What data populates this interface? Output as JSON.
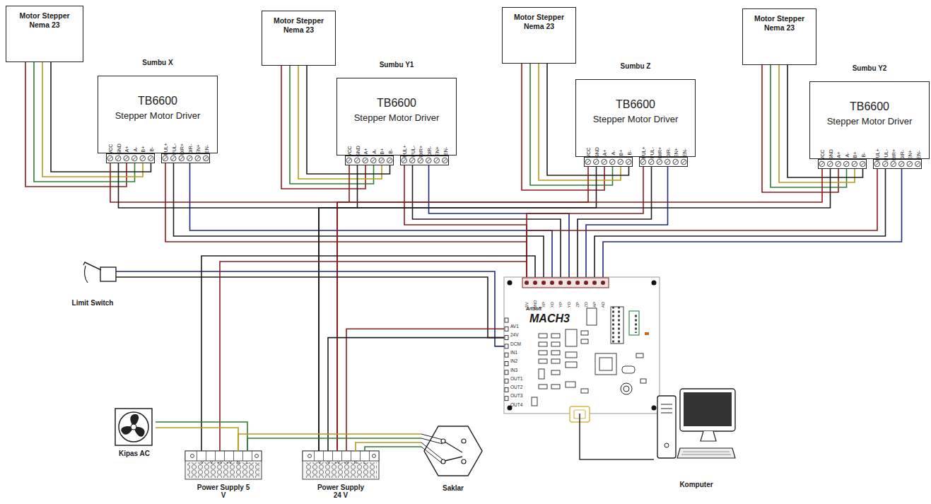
{
  "diagram": {
    "nodes": [
      {
        "text": [
          "Motor Stepper Nema 23"
        ]
      },
      {
        "text": [
          "Sumbu X",
          "TB6600",
          "Stepper Motor Driver"
        ]
      },
      {
        "text": [
          "Motor Stepper Nema 23"
        ]
      },
      {
        "text": [
          "Sumbu Y1",
          "TB6600",
          "Stepper Motor Driver"
        ]
      },
      {
        "text": [
          "Motor Stepper Nema 23"
        ]
      },
      {
        "text": [
          "Sumbu Z",
          "TB6600",
          "Stepper Motor Driver"
        ]
      },
      {
        "text": [
          "Motor Stepper Nema 23"
        ]
      },
      {
        "text": [
          "Sumbu Y2",
          "TB6600",
          "Stepper Motor Driver"
        ]
      },
      {
        "text": [
          "ArtSoft",
          "MACH3"
        ]
      },
      {
        "text": [
          "Limit Switch"
        ]
      },
      {
        "text": [
          "Kipas AC"
        ]
      },
      {
        "text": [
          "Power Supply 5 V"
        ]
      },
      {
        "text": [
          "Power Supply 24 V"
        ]
      },
      {
        "text": [
          "Saklar"
        ]
      },
      {
        "text": [
          "Komputer"
        ]
      }
    ],
    "edges": [
      {
        "from": 0,
        "to": 1,
        "arrow": "none"
      },
      {
        "from": 2,
        "to": 3,
        "arrow": "none"
      },
      {
        "from": 4,
        "to": 5,
        "arrow": "none"
      },
      {
        "from": 6,
        "to": 7,
        "arrow": "none"
      },
      {
        "from": 1,
        "to": 8,
        "arrow": "none"
      },
      {
        "from": 3,
        "to": 8,
        "arrow": "none"
      },
      {
        "from": 5,
        "to": 8,
        "arrow": "none"
      },
      {
        "from": 7,
        "to": 8,
        "arrow": "none"
      },
      {
        "from": 1,
        "to": 12,
        "arrow": "none"
      },
      {
        "from": 3,
        "to": 12,
        "arrow": "none"
      },
      {
        "from": 5,
        "to": 12,
        "arrow": "none"
      },
      {
        "from": 7,
        "to": 12,
        "arrow": "none"
      },
      {
        "from": 9,
        "to": 8,
        "arrow": "none"
      },
      {
        "from": 12,
        "to": 8,
        "arrow": "none"
      },
      {
        "from": 11,
        "to": 8,
        "arrow": "none"
      },
      {
        "from": 10,
        "to": 11,
        "arrow": "none"
      },
      {
        "from": 11,
        "to": 13,
        "arrow": "none"
      },
      {
        "from": 12,
        "to": 13,
        "arrow": "none"
      },
      {
        "from": 8,
        "to": 14,
        "arrow": "none"
      }
    ],
    "labels": [
      "VCC",
      "GND",
      "A+",
      "A-",
      "B+",
      "B-",
      "PUL+",
      "PUL-",
      "DIR+",
      "DIR-",
      "EN+",
      "EN-",
      "VCC",
      "GND",
      "A+",
      "A-",
      "B+",
      "B-",
      "PUL+",
      "PUL-",
      "DIR+",
      "DIR-",
      "EN+",
      "EN-",
      "VCC",
      "GND",
      "A+",
      "A-",
      "B+",
      "B-",
      "PUL+",
      "PUL-",
      "DIR+",
      "DIR-",
      "EN+",
      "EN-",
      "VCC",
      "GND",
      "A+",
      "A-",
      "B+",
      "B-",
      "PUL+",
      "PUL-",
      "DIR+",
      "DIR-",
      "EN+",
      "EN-",
      "5V",
      "GND",
      "XP",
      "XD",
      "YP",
      "YD",
      "ZP",
      "ZD",
      "AP",
      "AD",
      "AV1",
      "24V",
      "DCM",
      "IN1",
      "IN2",
      "IN3",
      "OUT1",
      "OUT2",
      "OUT3",
      "OUT4",
      "-V",
      "-V",
      "+V",
      "+V",
      "N",
      "L",
      "-V",
      "-V",
      "+V",
      "+V",
      "N",
      "L"
    ]
  }
}
